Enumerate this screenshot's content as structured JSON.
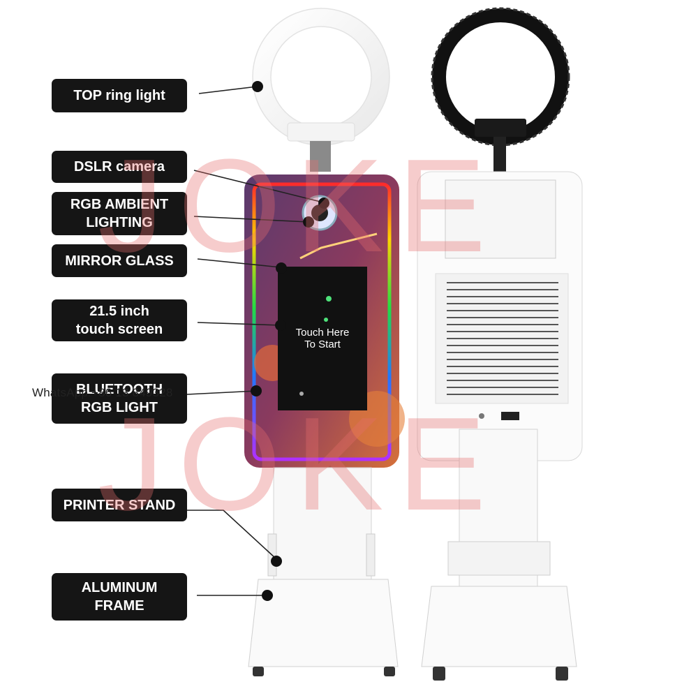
{
  "callouts": [
    {
      "id": "top-ring-light",
      "text": "TOP ring light"
    },
    {
      "id": "dslr-camera",
      "text": "DSLR camera"
    },
    {
      "id": "rgb-ambient-lighting",
      "text": "RGB AMBIENT\nLIGHTING"
    },
    {
      "id": "mirror-glass",
      "text": "MIRROR GLASS"
    },
    {
      "id": "touch-screen",
      "text": "21.5 inch\ntouch screen"
    },
    {
      "id": "bluetooth-rgb-light",
      "text": "BLUETOOTH\nRGB LIGHT"
    },
    {
      "id": "printer-stand",
      "text": "PRINTER STAND"
    },
    {
      "id": "aluminum-frame",
      "text": "ALUMINUM\nFRAME"
    }
  ],
  "screen": {
    "line1": "Touch Here",
    "line2": "To Start"
  },
  "contact_watermark": "WhatsApp:+86 13 849328",
  "brand_watermark": "JOKE",
  "colors": {
    "label_bg": "#151515",
    "label_text": "#ffffff",
    "watermark": "#e66e6e",
    "frame": "#ffffff",
    "ring_front": "#ffffff",
    "ring_back": "#111111"
  }
}
